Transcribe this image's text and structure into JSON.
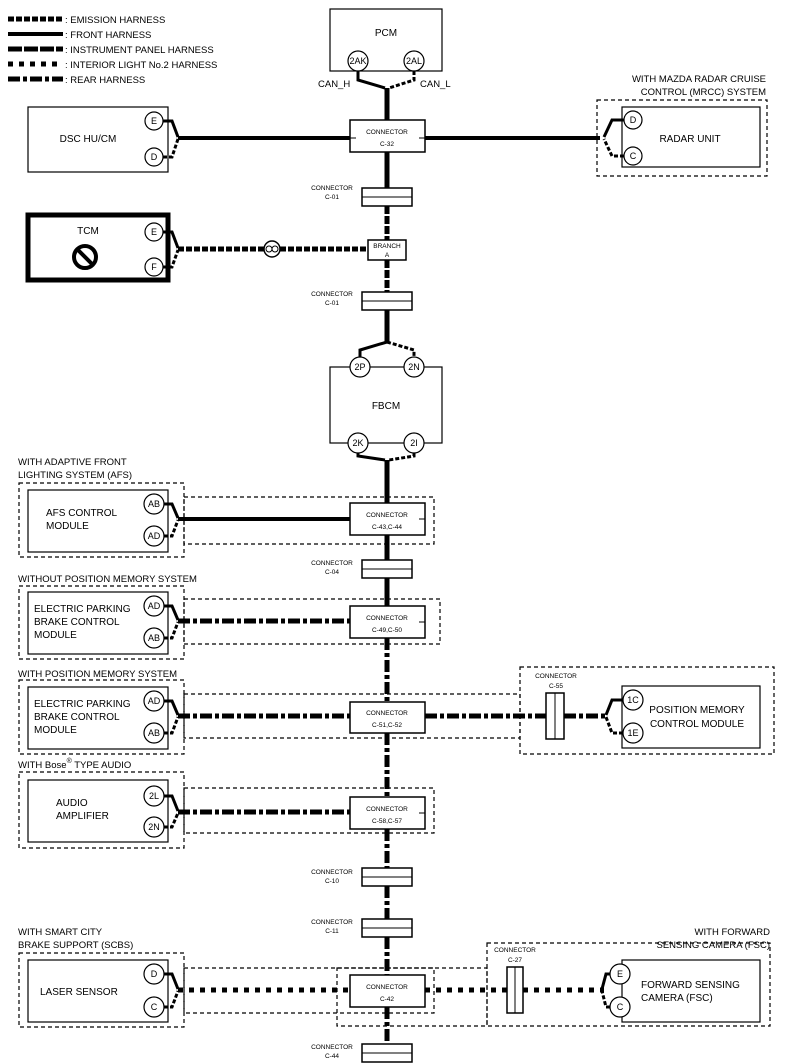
{
  "legend": {
    "items": [
      {
        "label": ": EMISSION HARNESS"
      },
      {
        "label": ": FRONT HARNESS"
      },
      {
        "label": ": INSTRUMENT PANEL HARNESS"
      },
      {
        "label": ": INTERIOR LIGHT No.2 HARNESS"
      },
      {
        "label": ": REAR HARNESS"
      }
    ]
  },
  "labels": {
    "pcm": "PCM",
    "can_h": "CAN_H",
    "can_l": "CAN_L",
    "mrcc_1": "WITH MAZDA RADAR CRUISE",
    "mrcc_2": "CONTROL (MRCC) SYSTEM",
    "dsc": "DSC HU/CM",
    "radar": "RADAR UNIT",
    "tcm": "TCM",
    "fbcm": "FBCM",
    "afs_1": "WITH ADAPTIVE FRONT",
    "afs_2": "LIGHTING SYSTEM (AFS)",
    "afs_mod_1": "AFS CONTROL",
    "afs_mod_2": "MODULE",
    "wo_pos": "WITHOUT POSITION MEMORY SYSTEM",
    "w_pos": "WITH POSITION MEMORY SYSTEM",
    "epb_1": "ELECTRIC PARKING",
    "epb_2": "BRAKE CONTROL",
    "epb_3": "MODULE",
    "pmcm_1": "POSITION MEMORY",
    "pmcm_2": "CONTROL MODULE",
    "bose_pre": "WITH Bose",
    "bose_reg": "®",
    "bose_post": " TYPE AUDIO",
    "amp_1": "AUDIO",
    "amp_2": "AMPLIFIER",
    "scbs_1": "WITH SMART CITY",
    "scbs_2": "BRAKE SUPPORT (SCBS)",
    "fsc_1": "WITH FORWARD",
    "fsc_2": "SENSING CAMERA (FSC)",
    "laser": "LASER SENSOR",
    "fsc_mod_1": "FORWARD SENSING",
    "fsc_mod_2": "CAMERA (FSC)",
    "connector": "CONNECTOR",
    "branch": "BRANCH",
    "branch_id": "A"
  },
  "connectors": {
    "c32": "C-32",
    "c01a": "C-01",
    "c01b": "C-01",
    "c4344": "C-43,C-44",
    "c04": "C-04",
    "c4950": "C-49,C-50",
    "c5152": "C-51,C-52",
    "c55": "C-55",
    "c5857": "C-58,C-57",
    "c10": "C-10",
    "c11": "C-11",
    "c27": "C-27",
    "c42": "C-42",
    "c44": "C-44"
  },
  "pins": {
    "pcm_h": "2AK",
    "pcm_l": "2AL",
    "dsc_e": "E",
    "dsc_d": "D",
    "radar_d": "D",
    "radar_c": "C",
    "tcm_e": "E",
    "tcm_f": "F",
    "fbcm_2p": "2P",
    "fbcm_2n": "2N",
    "fbcm_2k": "2K",
    "fbcm_2i": "2I",
    "afs_ab": "AB",
    "afs_ad": "AD",
    "epb1_ad": "AD",
    "epb1_ab": "AB",
    "epb2_ad": "AD",
    "epb2_ab": "AB",
    "pm_1c": "1C",
    "pm_1e": "1E",
    "amp_2l": "2L",
    "amp_2n": "2N",
    "laser_d": "D",
    "laser_c": "C",
    "fsc_e": "E",
    "fsc_c": "C"
  }
}
